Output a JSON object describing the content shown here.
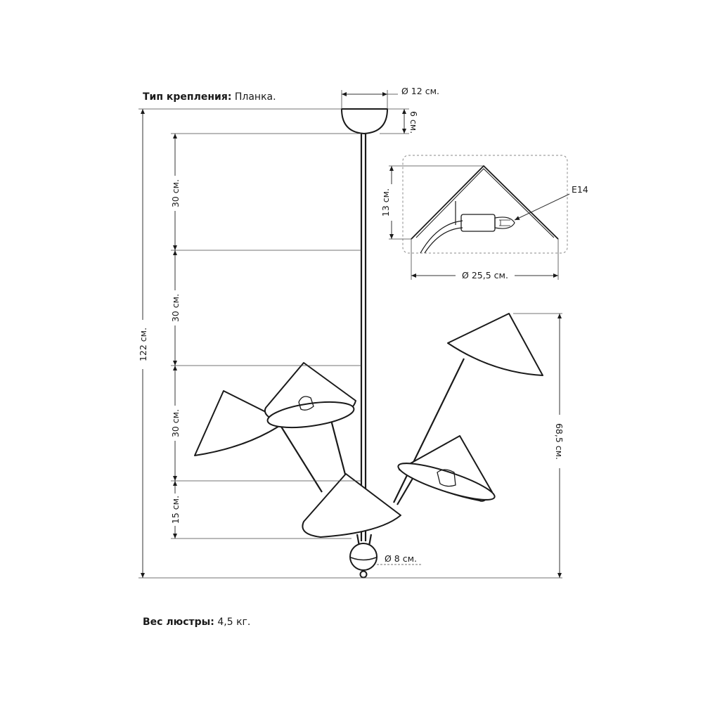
{
  "mount": {
    "label": "Тип крепления:",
    "value": "Планка."
  },
  "weight": {
    "label": "Вес люстры:",
    "value": "4,5 кг."
  },
  "dimensions": {
    "canopy_diameter": "Ø 12 см.",
    "canopy_height": "6 см.",
    "total_height": "122 см.",
    "segment_1": "30 см.",
    "segment_2": "30 см.",
    "segment_3": "30 см.",
    "segment_4": "15 см.",
    "arms_height": "68,5 см.",
    "ball_diameter": "Ø 8 см."
  },
  "shade_detail": {
    "height": "13 см.",
    "diameter": "Ø 25,5 см.",
    "socket": "E14"
  },
  "colors": {
    "line": "#1a1a1a",
    "fill": "#ffffff",
    "detail_frame": "#888888"
  }
}
